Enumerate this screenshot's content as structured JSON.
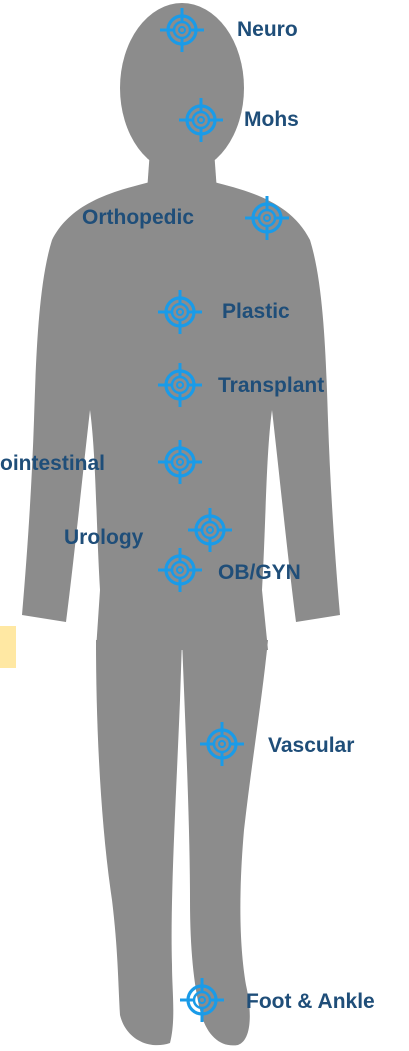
{
  "colors": {
    "body": "#8c8c8c",
    "target": "#1a9be8",
    "label": "#1f4e79",
    "highlight_tab": "#ffe8a3"
  },
  "icon": "crosshair-target-icon",
  "specialties": [
    {
      "id": "neuro",
      "label": "Neuro"
    },
    {
      "id": "mohs",
      "label": "Mohs"
    },
    {
      "id": "orthopedic",
      "label": "Orthopedic"
    },
    {
      "id": "plastic",
      "label": "Plastic"
    },
    {
      "id": "transplant",
      "label": "Transplant"
    },
    {
      "id": "gastrointestinal",
      "label": "ointestinal"
    },
    {
      "id": "urology",
      "label": "Urology"
    },
    {
      "id": "ob-gyn",
      "label": "OB/GYN"
    },
    {
      "id": "vascular",
      "label": "Vascular"
    },
    {
      "id": "foot-ankle",
      "label": "Foot & Ankle"
    }
  ]
}
